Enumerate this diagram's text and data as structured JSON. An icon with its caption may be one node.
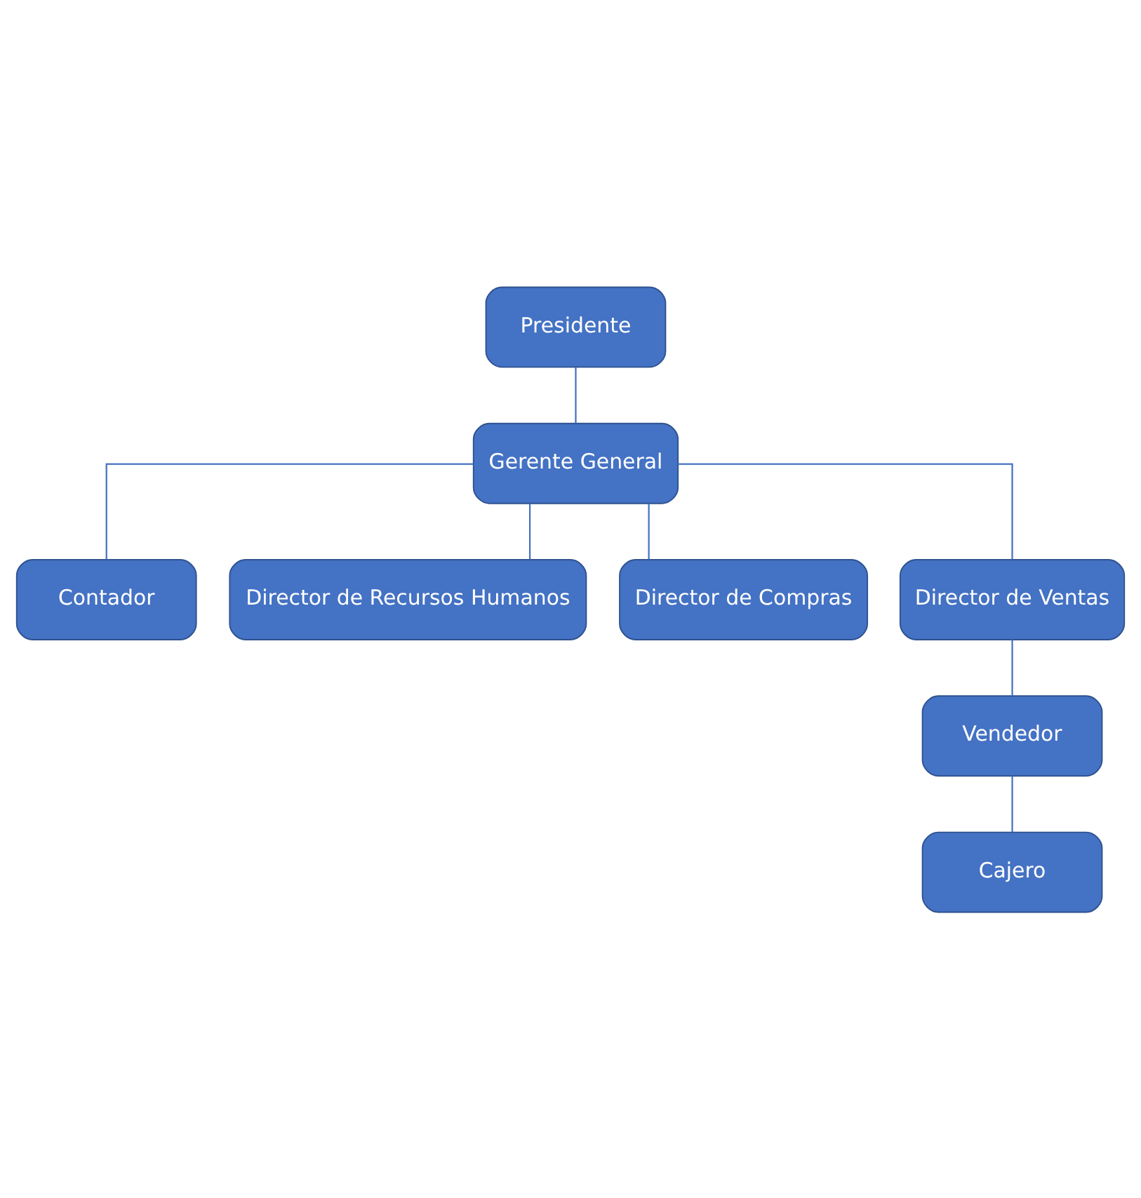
{
  "diagram": {
    "nodes": [
      {
        "text": [
          "Presidente"
        ]
      },
      {
        "text": [
          "Gerente General"
        ]
      },
      {
        "text": [
          "Contador"
        ]
      },
      {
        "text": [
          "Director de Recursos Humanos"
        ]
      },
      {
        "text": [
          "Director de Compras"
        ]
      },
      {
        "text": [
          "Director de Ventas"
        ]
      },
      {
        "text": [
          "Vendedor"
        ]
      },
      {
        "text": [
          "Cajero"
        ]
      }
    ],
    "edges": [
      {
        "from": 0,
        "to": 1,
        "arrow": "none"
      },
      {
        "from": 1,
        "to": 2,
        "arrow": "none"
      },
      {
        "from": 1,
        "to": 3,
        "arrow": "none"
      },
      {
        "from": 1,
        "to": 4,
        "arrow": "none"
      },
      {
        "from": 1,
        "to": 5,
        "arrow": "none"
      },
      {
        "from": 5,
        "to": 6,
        "arrow": "none"
      },
      {
        "from": 6,
        "to": 7,
        "arrow": "none"
      }
    ]
  }
}
